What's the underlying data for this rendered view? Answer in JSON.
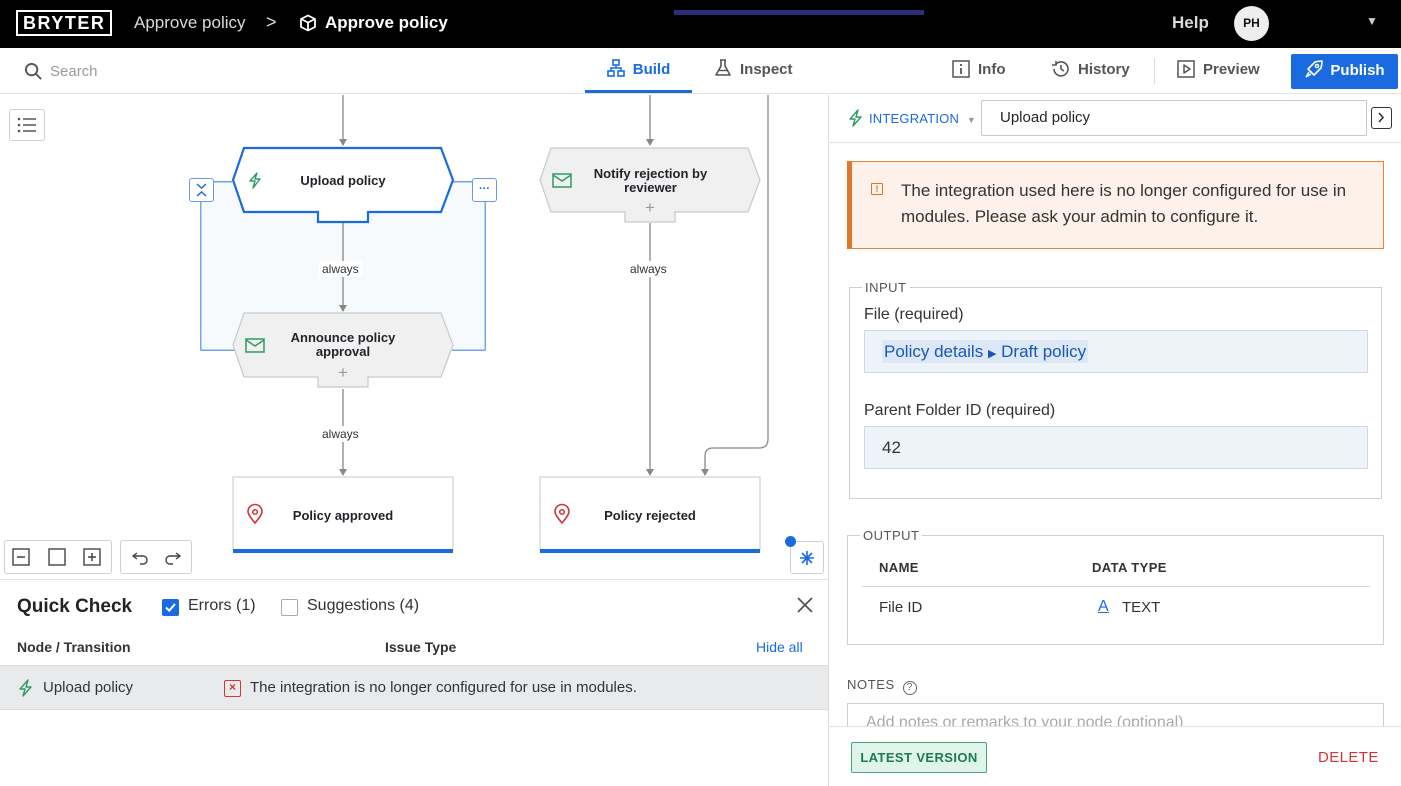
{
  "header": {
    "logo": "BRYTER",
    "breadcrumb_parent": "Approve policy",
    "breadcrumb_separator": ">",
    "breadcrumb_current": "Approve policy",
    "help": "Help",
    "avatar_initials": "PH"
  },
  "toolbar": {
    "search_placeholder": "Search",
    "tabs": [
      {
        "label": "Build",
        "active": true
      },
      {
        "label": "Inspect",
        "active": false
      }
    ],
    "info": "Info",
    "history": "History",
    "preview": "Preview",
    "publish": "Publish"
  },
  "flow": {
    "nodes": [
      {
        "label": "Upload policy",
        "type": "integration",
        "selected": true
      },
      {
        "label": "Notify rejection by reviewer",
        "type": "email"
      },
      {
        "label": "Announce policy approval",
        "type": "email"
      },
      {
        "label": "Policy approved",
        "type": "end"
      },
      {
        "label": "Policy rejected",
        "type": "end"
      }
    ],
    "edge_labels": [
      "always",
      "always",
      "always"
    ],
    "add_symbol": "+",
    "more_symbol": "···"
  },
  "quick_check": {
    "title": "Quick Check",
    "errors_label": "Errors (1)",
    "errors_checked": true,
    "suggestions_label": "Suggestions (4)",
    "suggestions_checked": false,
    "col_node": "Node / Transition",
    "col_issue": "Issue Type",
    "hide_all": "Hide all",
    "rows": [
      {
        "node": "Upload policy",
        "issue": "The integration is no longer configured for use in modules."
      }
    ]
  },
  "panel": {
    "type_label": "INTEGRATION",
    "node_name": "Upload policy",
    "warning": "The integration used here is no longer configured for use in modules. Please ask your admin to configure it.",
    "input_legend": "INPUT",
    "file_label": "File (required)",
    "file_value_part1": "Policy details",
    "file_value_part2": "Draft policy",
    "folder_label": "Parent Folder ID (required)",
    "folder_value": "42",
    "output_legend": "OUTPUT",
    "col_name": "NAME",
    "col_type": "DATA TYPE",
    "output_rows": [
      {
        "name": "File ID",
        "type": "TEXT",
        "type_icon": "A"
      }
    ],
    "notes_label": "NOTES",
    "notes_placeholder": "Add notes or remarks to your node (optional)",
    "latest_version": "LATEST VERSION",
    "delete": "DELETE"
  },
  "colors": {
    "accent": "#1a6be0",
    "warning": "#e0752b",
    "error": "#d23535",
    "success": "#1e7a55"
  }
}
